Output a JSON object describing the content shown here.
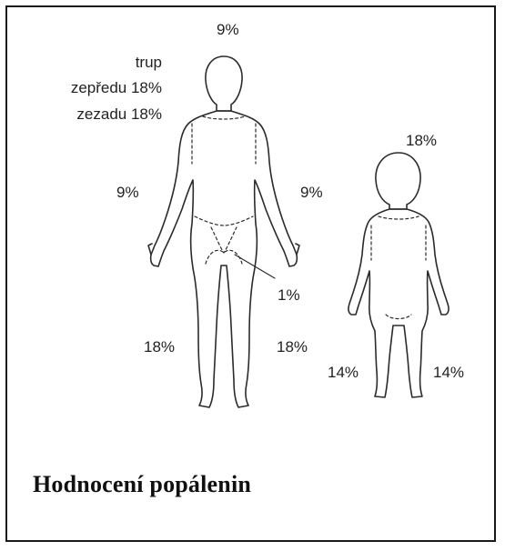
{
  "colors": {
    "frame_border": "#1a1a1a",
    "outline": "#2b2b2b",
    "text": "#222222",
    "background": "#ffffff"
  },
  "adult": {
    "head": "9%",
    "trunk_title": "trup",
    "trunk_front": "zepředu 18%",
    "trunk_back": "zezadu 18%",
    "left_arm": "9%",
    "right_arm": "9%",
    "perineum": "1%",
    "left_leg": "18%",
    "right_leg": "18%"
  },
  "child": {
    "head": "18%",
    "left_leg": "14%",
    "right_leg": "14%"
  },
  "caption": "Hodnocení popálenin"
}
